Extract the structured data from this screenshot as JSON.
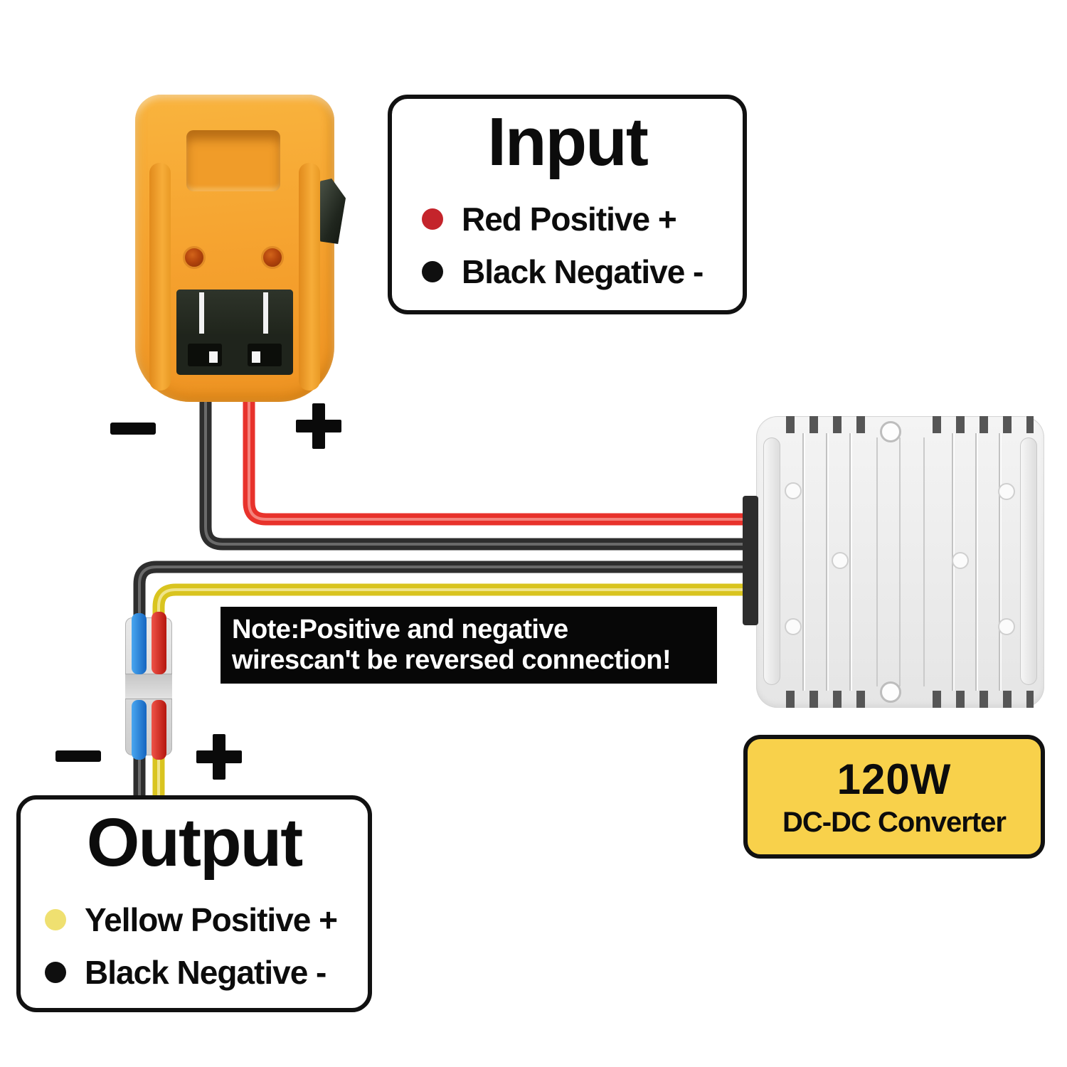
{
  "page": {
    "background": "#ffffff"
  },
  "input_legend": {
    "title": "Input",
    "items": [
      {
        "bullet_color": "#c4242b",
        "label": "Red Positive +"
      },
      {
        "bullet_color": "#0f0f0f",
        "label": "Black Negative -"
      }
    ]
  },
  "output_legend": {
    "title": "Output",
    "items": [
      {
        "bullet_color": "#efe070",
        "label": "Yellow Positive +"
      },
      {
        "bullet_color": "#0f0f0f",
        "label": "Black Negative -"
      }
    ]
  },
  "note": {
    "line1": "Note:Positive and negative",
    "line2": "wirescan't be reversed connection!"
  },
  "converter_label": {
    "power": "120W",
    "name": "DC-DC Converter",
    "bg_color": "#f8d14b"
  },
  "wire_markers": {
    "input_negative": "−",
    "input_positive": "+",
    "output_negative": "−",
    "output_positive": "+"
  },
  "wire_colors": {
    "input_positive": "#e8322b",
    "input_negative": "#2e2e2e",
    "output_positive": "#d9c41f",
    "output_negative": "#2e2e2e"
  }
}
